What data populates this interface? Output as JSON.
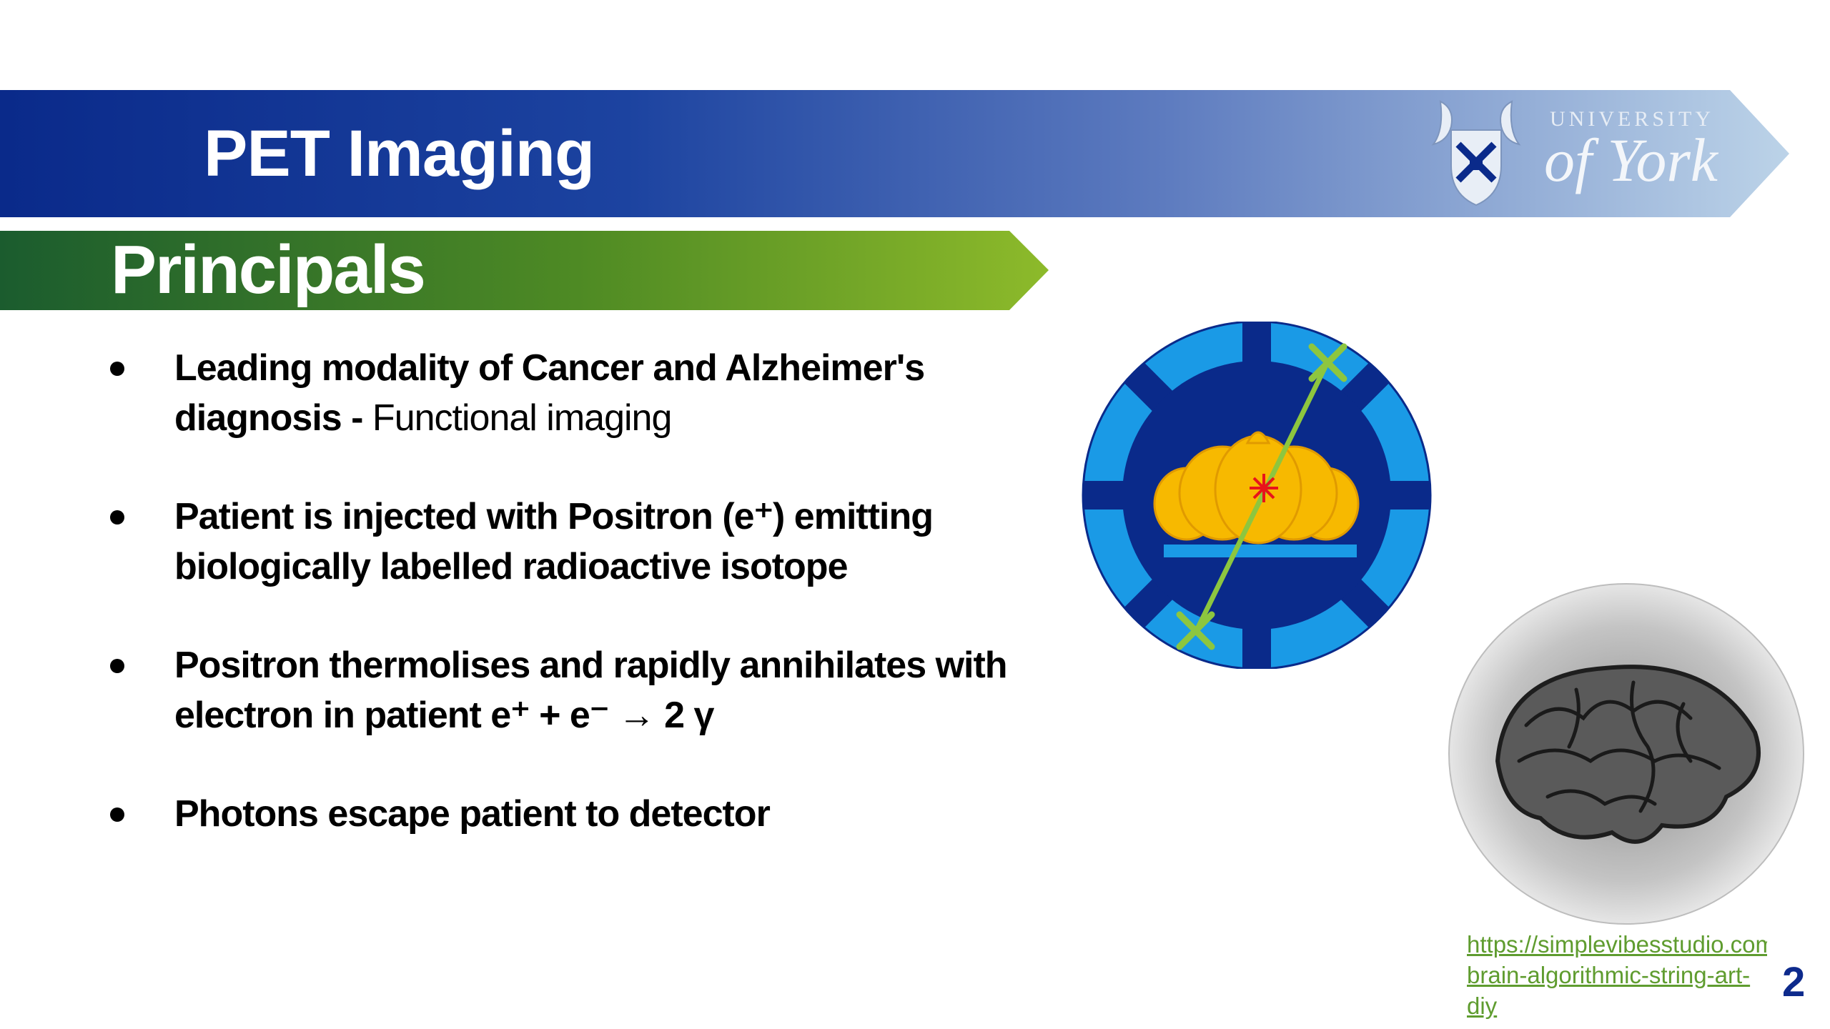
{
  "slide": {
    "title": "PET Imaging",
    "section": "Principals",
    "logo": {
      "line1": "UNIVERSITY",
      "line2": "of York"
    },
    "bullets": [
      {
        "bold": "Leading modality of Cancer and Alzheimer's diagnosis -",
        "normal": " Functional imaging"
      },
      {
        "bold": "Patient is injected with Positron (e⁺) emitting biologically labelled radioactive isotope",
        "normal": ""
      },
      {
        "bold": "Positron thermolises and rapidly annihilates with electron in patient  e⁺ + e⁻ → 2 γ",
        "normal": ""
      },
      {
        "bold": "Photons escape patient to detector",
        "normal": ""
      }
    ],
    "citation": "https://simplevibesstudio.com/products/anatomical-brain-algorithmic-string-art-diy",
    "page_number": "2"
  },
  "colors": {
    "title_dark": "#0a2a8a",
    "title_light": "#b7cde3",
    "section_dark": "#1b5c2e",
    "section_light": "#8dba2a",
    "ring_light": "#1a9ae6",
    "ring_dark": "#0a2a8a",
    "patient": "#f6b800",
    "annihilation_line": "#8dc63f"
  }
}
